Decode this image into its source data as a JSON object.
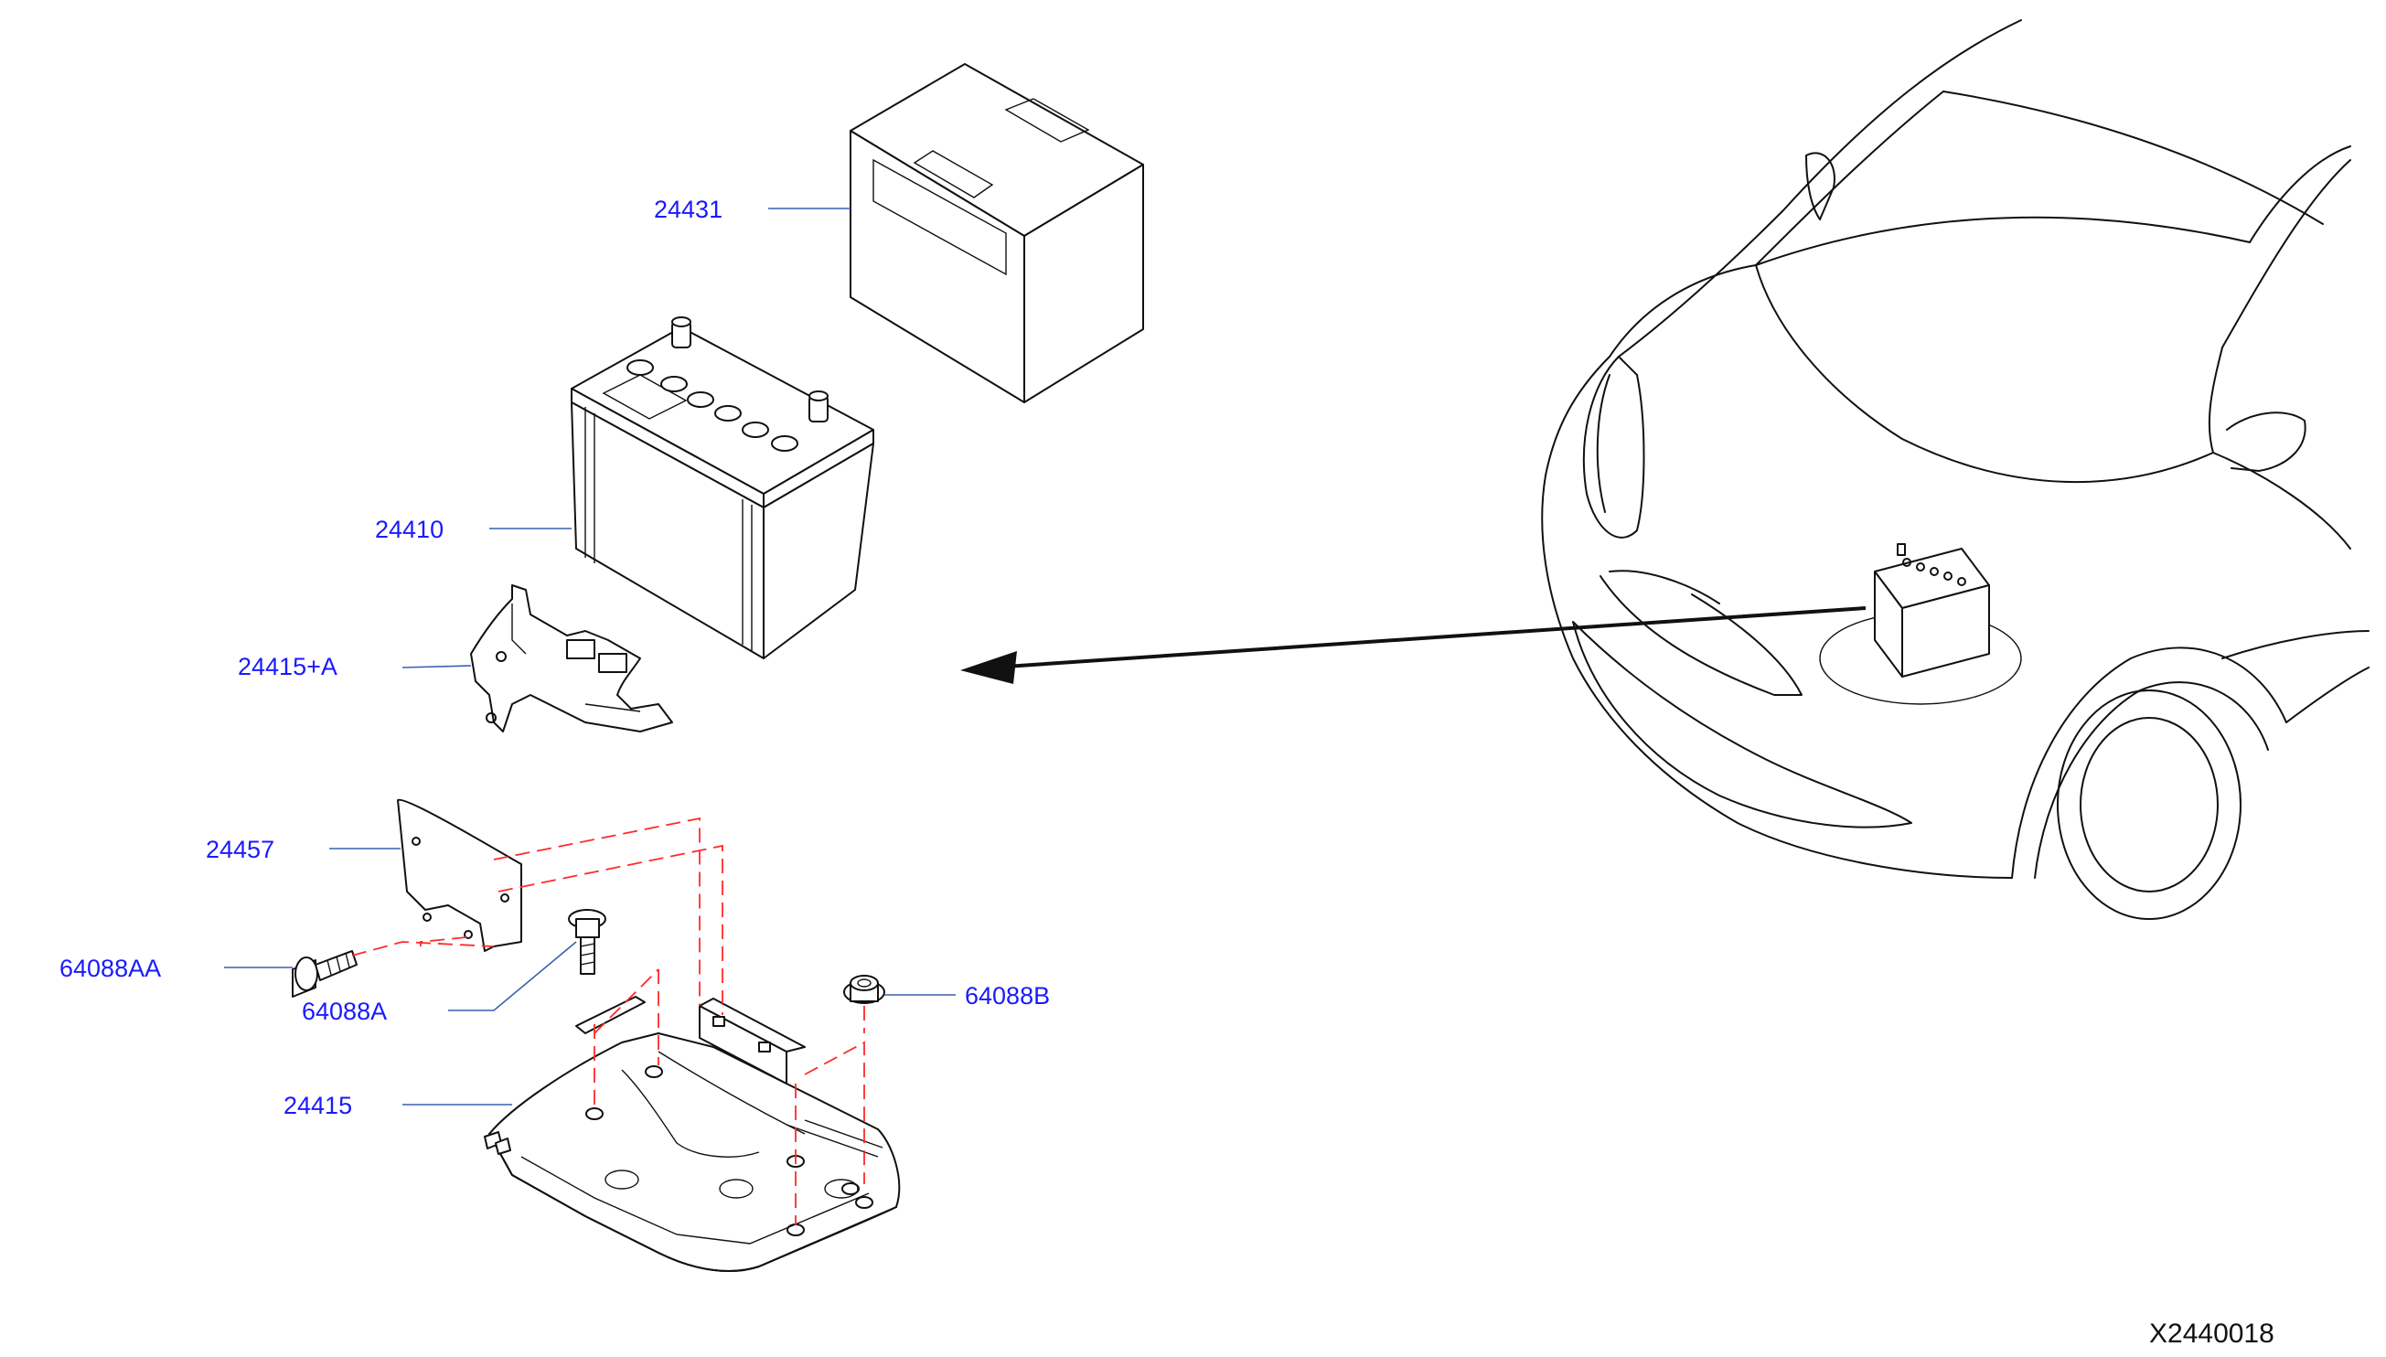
{
  "parts": {
    "battery_cover": "24431",
    "battery": "24410",
    "battery_frame": "24415+A",
    "heat_shield": "24457",
    "bolt_aa": "64088AA",
    "bolt_a": "64088A",
    "battery_tray": "24415",
    "nut_b": "64088B"
  },
  "diagram_code": "X2440018",
  "colors": {
    "label": "#1a1aff",
    "leader": "#3a5fb0",
    "dash": "#ff2a2a",
    "ink": "#111111"
  }
}
